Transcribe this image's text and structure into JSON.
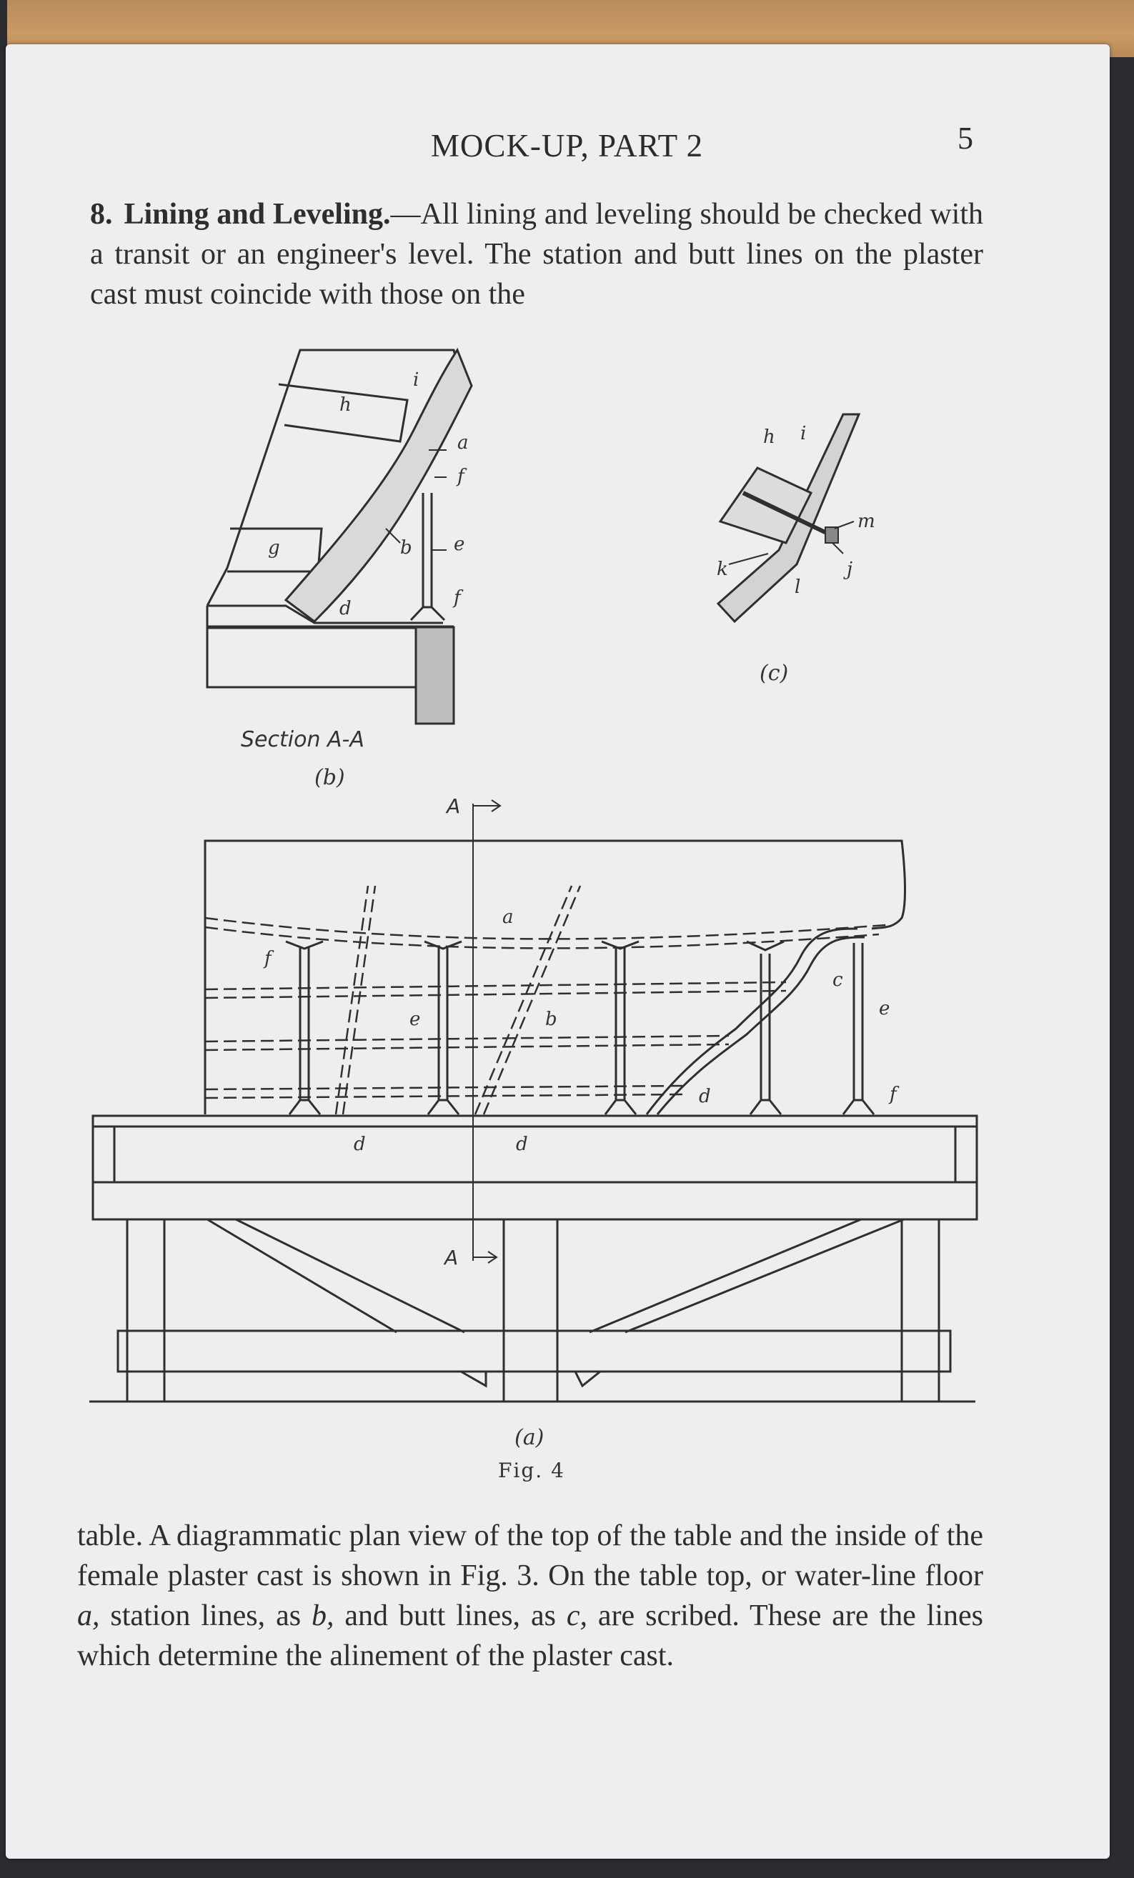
{
  "header": {
    "title": "MOCK-UP, PART 2",
    "page_number": "5"
  },
  "paragraph1": {
    "number": "8.",
    "title": "Lining and Leveling.",
    "text": "—All lining and leveling should be checked with a transit or an engineer's level. The station and butt lines on the plaster cast must coincide with those on the"
  },
  "figure": {
    "section_label": "Section A-A",
    "sub_b": "(b)",
    "sub_c": "(c)",
    "sub_a": "(a)",
    "caption": "Fig. 4",
    "section_marker": "A",
    "labels": {
      "a": "a",
      "b": "b",
      "c": "c",
      "d": "d",
      "e": "e",
      "f": "f",
      "g": "g",
      "h": "h",
      "i": "i",
      "j": "j",
      "k": "k",
      "l": "l",
      "m": "m"
    }
  },
  "paragraph2": {
    "t1": "table. A diagrammatic plan view of the top of the table and the inside of the female plaster cast is shown in Fig. 3. On the table top, or water-line floor ",
    "v1": "a,",
    "t2": " station lines, as ",
    "v2": "b,",
    "t3": " and butt lines, as ",
    "v3": "c,",
    "t4": " are scribed. These are the lines which determine the alinement of the plaster cast."
  }
}
